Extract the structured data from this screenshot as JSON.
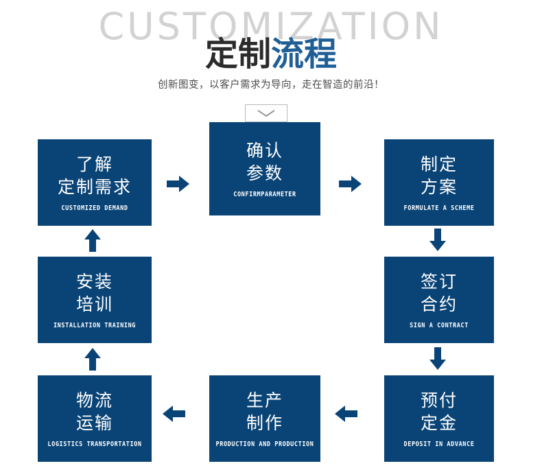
{
  "header": {
    "watermark": "CUSTOMIZATION",
    "title_dark": "定制",
    "title_blue": "流程",
    "subtitle": "创新图变，以客户需求为导向，走在智造的前沿！"
  },
  "chevron_tab": {
    "icon": "chevron-down-icon"
  },
  "colors": {
    "box_blue": "#0a4476",
    "arrow_blue": "#0a4476",
    "title_blue": "#1f5f96",
    "title_dark": "#2b2b2b",
    "watermark_gray": "#d2d2d2",
    "tab_border": "#b8b8b8"
  },
  "steps": [
    {
      "id": "demand",
      "cn_line1": "了解",
      "cn_line2": "定制需求",
      "en": "CUSTOMIZED DEMAND"
    },
    {
      "id": "confirm",
      "cn_line1": "确认",
      "cn_line2": "参数",
      "en": "CONFIRMPARAMETER"
    },
    {
      "id": "scheme",
      "cn_line1": "制定",
      "cn_line2": "方案",
      "en": "FORMULATE A SCHEME"
    },
    {
      "id": "contract",
      "cn_line1": "签订",
      "cn_line2": "合约",
      "en": "SIGN A CONTRACT"
    },
    {
      "id": "deposit",
      "cn_line1": "预付",
      "cn_line2": "定金",
      "en": "DEPOSIT IN ADVANCE"
    },
    {
      "id": "production",
      "cn_line1": "生产",
      "cn_line2": "制作",
      "en": "PRODUCTION AND PRODUCTION"
    },
    {
      "id": "logistics",
      "cn_line1": "物流",
      "cn_line2": "运输",
      "en": "LOGISTICS TRANSPORTATION"
    },
    {
      "id": "training",
      "cn_line1": "安装",
      "cn_line2": "培训",
      "en": "INSTALLATION TRAINING"
    }
  ],
  "arrows": [
    {
      "id": "demand-confirm",
      "direction": "right",
      "icon": "arrow-right-icon"
    },
    {
      "id": "confirm-scheme",
      "direction": "right",
      "icon": "arrow-right-icon"
    },
    {
      "id": "scheme-contract",
      "direction": "down",
      "icon": "arrow-down-icon"
    },
    {
      "id": "contract-deposit",
      "direction": "down",
      "icon": "arrow-down-icon"
    },
    {
      "id": "deposit-prod",
      "direction": "left",
      "icon": "arrow-left-icon"
    },
    {
      "id": "prod-logistics",
      "direction": "left",
      "icon": "arrow-left-icon"
    },
    {
      "id": "logistics-train",
      "direction": "up",
      "icon": "arrow-up-icon"
    },
    {
      "id": "train-demand",
      "direction": "up",
      "icon": "arrow-up-icon"
    }
  ]
}
